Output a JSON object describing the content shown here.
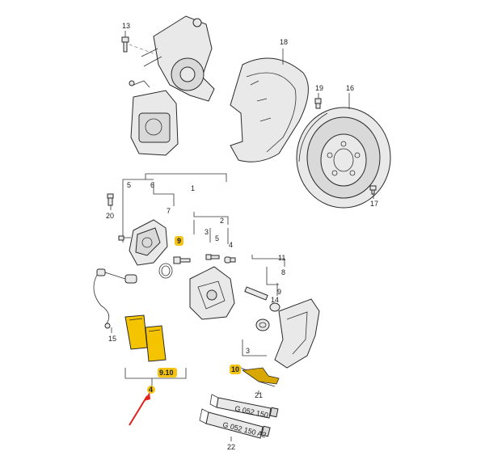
{
  "diagram": {
    "labels": {
      "p1": "1",
      "p2": "2",
      "p3": "3",
      "p4": "4",
      "p5": "5",
      "p6": "6",
      "p7": "7",
      "p8": "8",
      "p9": "9",
      "p9b": "9",
      "p10": "10",
      "p11": "11",
      "p13": "13",
      "p14": "14",
      "p15": "15",
      "p16": "16",
      "p17": "17",
      "p18": "18",
      "p19": "19",
      "p20": "20",
      "p21": "21",
      "p22": "22",
      "p910": "9.10"
    },
    "tube_text_21": "G 052 150",
    "tube_text_22": "G 052 150 A2",
    "colors": {
      "highlight": "#f3c316",
      "pad": "#f4c400",
      "arrow": "#e0241b",
      "line": "#2a2a2a"
    }
  }
}
